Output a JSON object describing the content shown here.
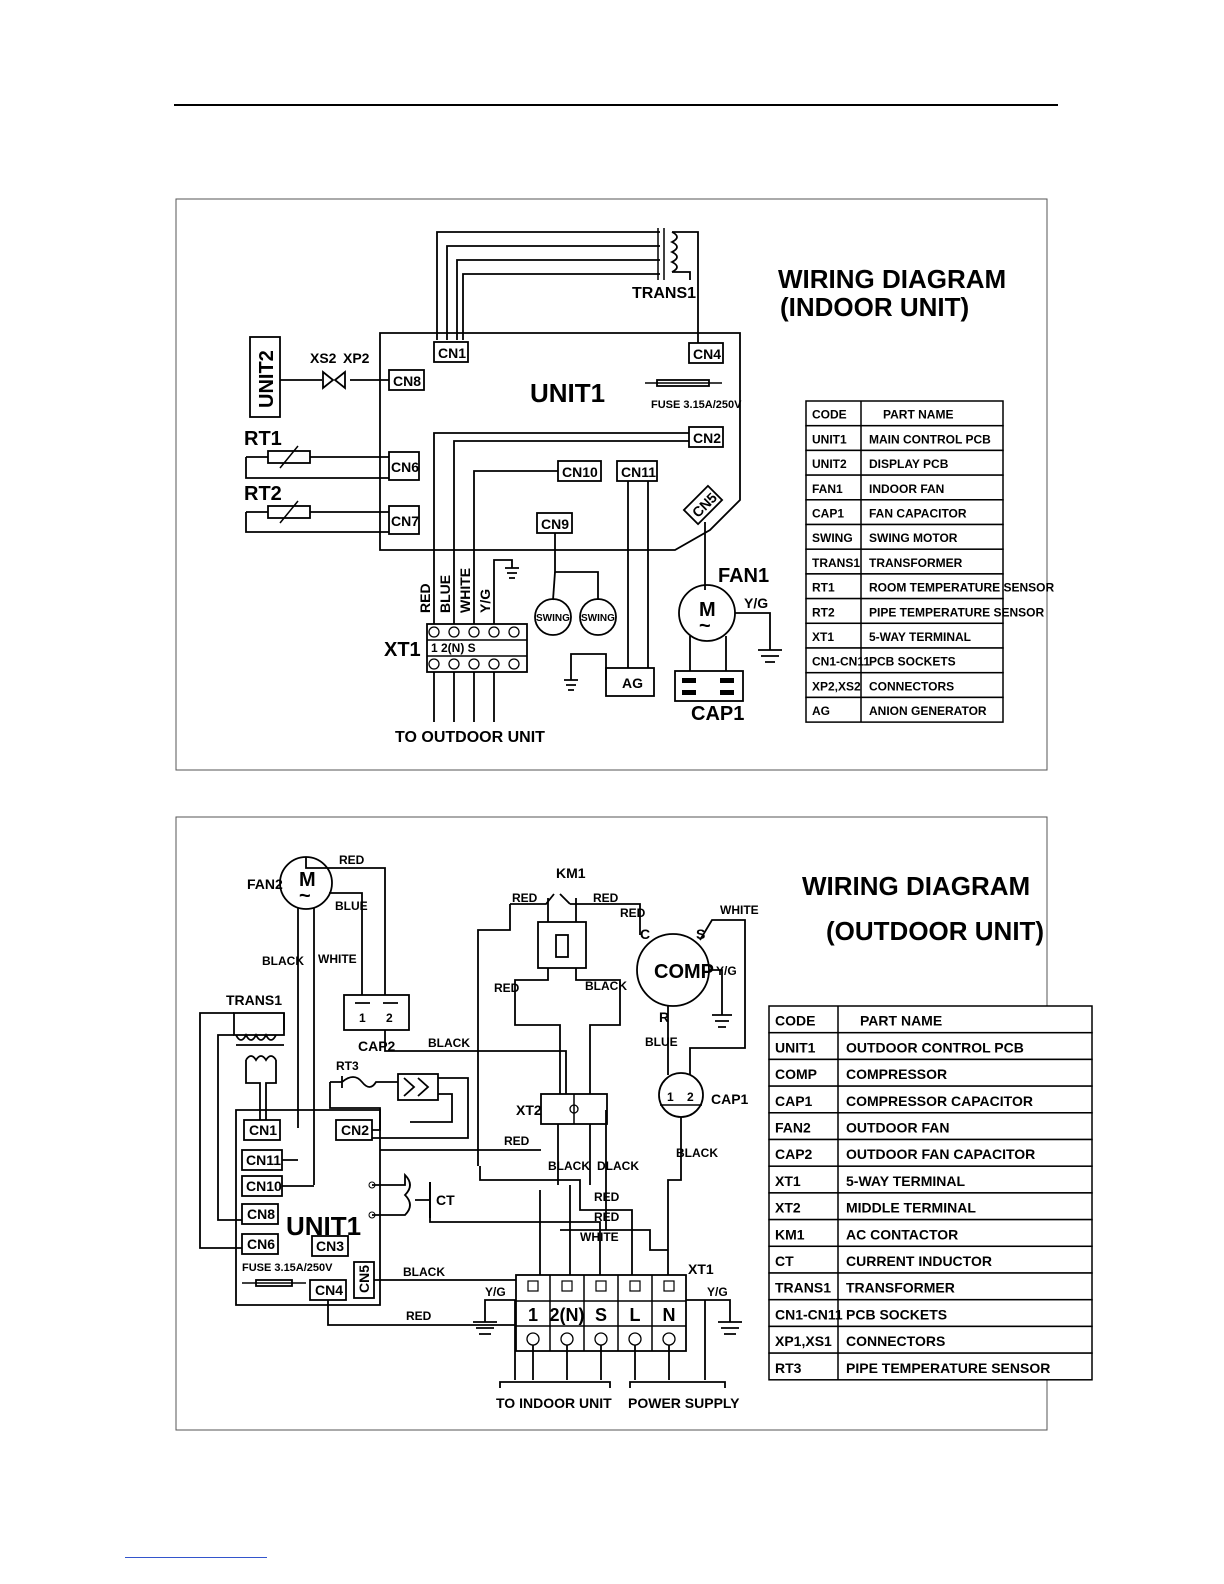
{
  "indoor": {
    "title_line1": "WIRING DIAGRAM",
    "title_line2": "(INDOOR UNIT)",
    "unit1": "UNIT1",
    "unit2": "UNIT2",
    "trans": "TRANS1",
    "cn1": "CN1",
    "cn4": "CN4",
    "cn8": "CN8",
    "cn2": "CN2",
    "cn6": "CN6",
    "cn7": "CN7",
    "cn10": "CN10",
    "cn11": "CN11",
    "cn5": "CN5",
    "cn9": "CN9",
    "xs2": "XS2",
    "xp2": "XP2",
    "rt1": "RT1",
    "rt2": "RT2",
    "fuse": "FUSE 3.15A/250V",
    "fan1": "FAN1",
    "motor": "M",
    "tilde": "~",
    "yg": "Y/G",
    "swing": "SWING",
    "cap1": "CAP1",
    "ag": "AG",
    "xt1": "XT1",
    "terminal_labels": "1 2(N) S",
    "wire_red": "RED",
    "wire_blue": "BLUE",
    "wire_white": "WHITE",
    "wire_yg": "Y/G",
    "to_outdoor": "TO OUTDOOR UNIT",
    "table": {
      "header": [
        "CODE",
        "PART NAME"
      ],
      "rows": [
        [
          "UNIT1",
          "MAIN CONTROL PCB"
        ],
        [
          "UNIT2",
          "DISPLAY PCB"
        ],
        [
          "FAN1",
          "INDOOR FAN"
        ],
        [
          "CAP1",
          "FAN CAPACITOR"
        ],
        [
          "SWING",
          "SWING MOTOR"
        ],
        [
          "TRANS1",
          "TRANSFORMER"
        ],
        [
          "RT1",
          "ROOM TEMPERATURE SENSOR"
        ],
        [
          "RT2",
          "PIPE TEMPERATURE SENSOR"
        ],
        [
          "XT1",
          "5-WAY TERMINAL"
        ],
        [
          "CN1-CN11",
          "PCB SOCKETS"
        ],
        [
          "XP2,XS2",
          "CONNECTORS"
        ],
        [
          "AG",
          "ANION GENERATOR"
        ]
      ]
    }
  },
  "outdoor": {
    "title_line1": "WIRING DIAGRAM",
    "title_line2": "(OUTDOOR UNIT)",
    "fan2": "FAN2",
    "motor": "M",
    "tilde": "~",
    "km1": "KM1",
    "comp": "COMP",
    "trans": "TRANS1",
    "cap2": "CAP2",
    "cap1": "CAP1",
    "rt3": "RT3",
    "xt2": "XT2",
    "ct": "CT",
    "unit1": "UNIT1",
    "fuse": "FUSE 3.15A/250V",
    "xt1": "XT1",
    "cn1": "CN1",
    "cn2": "CN2",
    "cn11": "CN11",
    "cn10": "CN10",
    "cn8": "CN8",
    "cn6": "CN6",
    "cn3": "CN3",
    "cn4": "CN4",
    "cn5": "CN5",
    "cap_pin1": "1",
    "cap_pin2": "2",
    "term_c": "C",
    "term_s": "S",
    "term_r": "R",
    "w_red": "RED",
    "w_blue": "BLUE",
    "w_black": "BLACK",
    "w_white": "WHITE",
    "w_yg": "Y/G",
    "w_black_alt": "DLACK",
    "terminals": [
      "1",
      "2(N)",
      "S",
      "L",
      "N"
    ],
    "to_indoor": "TO INDOOR UNIT",
    "power_supply": "POWER SUPPLY",
    "table": {
      "header": [
        "CODE",
        "PART NAME"
      ],
      "rows": [
        [
          "UNIT1",
          "OUTDOOR CONTROL PCB"
        ],
        [
          "COMP",
          "COMPRESSOR"
        ],
        [
          "CAP1",
          "COMPRESSOR CAPACITOR"
        ],
        [
          "FAN2",
          "OUTDOOR FAN"
        ],
        [
          "CAP2",
          "OUTDOOR FAN CAPACITOR"
        ],
        [
          "XT1",
          "5-WAY TERMINAL"
        ],
        [
          "XT2",
          "MIDDLE TERMINAL"
        ],
        [
          "KM1",
          "AC CONTACTOR"
        ],
        [
          "CT",
          "CURRENT INDUCTOR"
        ],
        [
          "TRANS1",
          "TRANSFORMER"
        ],
        [
          "CN1-CN11",
          "PCB SOCKETS"
        ],
        [
          "XP1,XS1",
          "CONNECTORS"
        ],
        [
          "RT3",
          "PIPE TEMPERATURE SENSOR"
        ]
      ]
    }
  }
}
